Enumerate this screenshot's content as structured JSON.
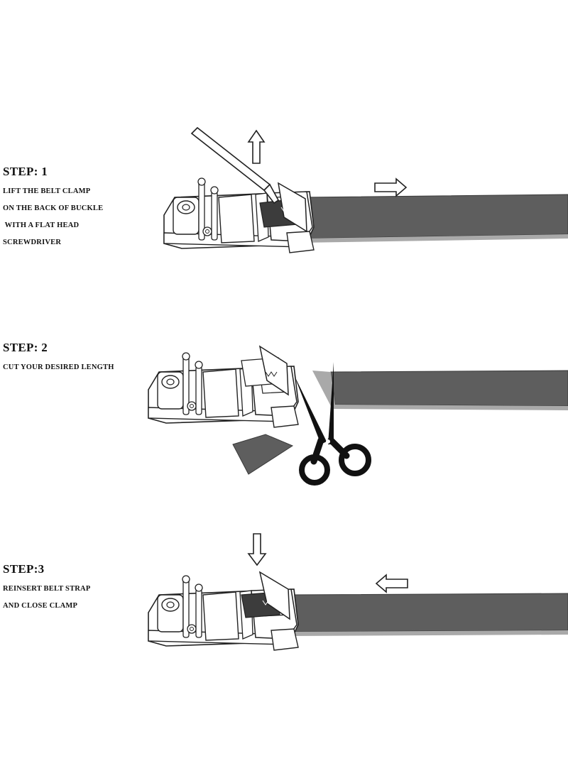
{
  "steps": [
    {
      "title": "STEP: 1",
      "lines": [
        "LIFT THE BELT CLAMP",
        "ON THE BACK OF BUCKLE",
        " WITH A FLAT HEAD",
        "SCREWDRIVER"
      ]
    },
    {
      "title": "STEP: 2",
      "lines": [
        "CUT YOUR DESIRED LENGTH"
      ]
    },
    {
      "title": "STEP:3",
      "lines": [
        "REINSERT BELT STRAP",
        "AND CLOSE CLAMP"
      ]
    }
  ],
  "colors": {
    "strap": "#5e5e5e",
    "strap_edge": "#a9a9a9",
    "outline": "#222222",
    "scissors": "#111111"
  },
  "icons": [
    "screwdriver-icon",
    "up-arrow-icon",
    "right-arrow-icon",
    "scissors-icon",
    "down-arrow-icon",
    "left-arrow-icon",
    "buckle-icon"
  ]
}
